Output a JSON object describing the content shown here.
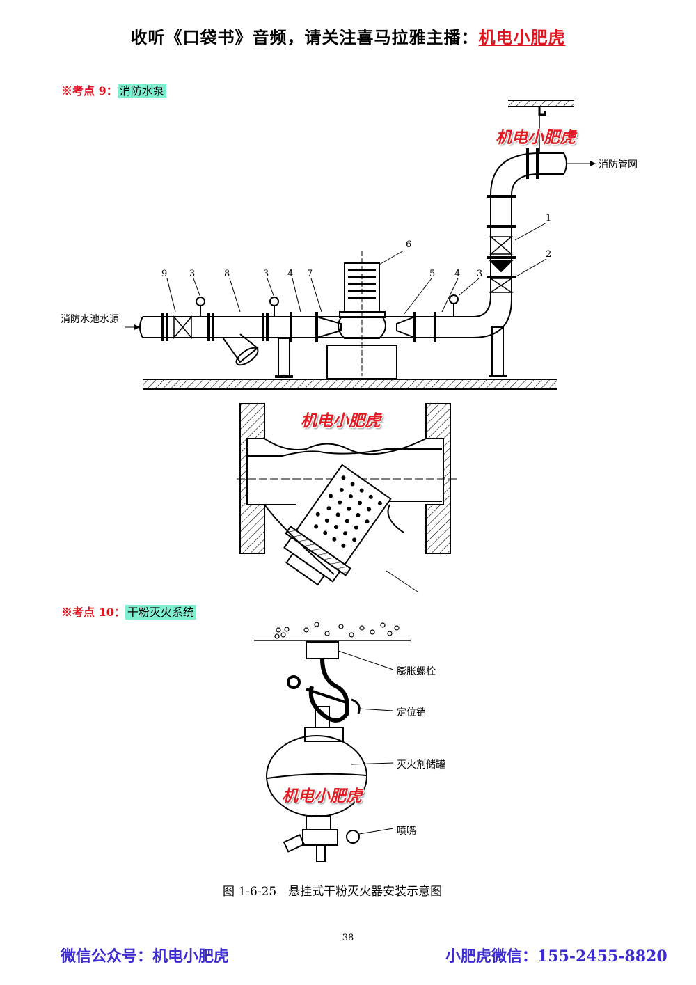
{
  "header": {
    "prefix": "收听《口袋书》音频，请关注喜马拉雅主播：",
    "brand": "机电小肥虎"
  },
  "section9": {
    "prefix": "※考点 9：",
    "title": "消防水泵"
  },
  "section10": {
    "prefix": "※考点 10：",
    "title": "干粉灭火系统"
  },
  "pump_diagram": {
    "inlet_label": "消防水池水源",
    "outlet_label": "消防管网",
    "numbers": [
      "9",
      "3",
      "8",
      "3",
      "4",
      "7",
      "6",
      "5",
      "4",
      "3",
      "1",
      "2"
    ]
  },
  "watermark": "机电小肥虎",
  "extinguisher_diagram": {
    "labels": [
      "膨胀螺栓",
      "定位销",
      "灭火剂储罐",
      "喷嘴"
    ],
    "caption": "图 1-6-25　悬挂式干粉灭火器安装示意图"
  },
  "page_number": "38",
  "footer": {
    "left": "微信公众号：机电小肥虎",
    "right": "小肥虎微信：155-2455-8820"
  },
  "colors": {
    "brand_red": "#e0141e",
    "highlight": "#7ef0cf",
    "footer_blue": "#3b2bd1"
  }
}
